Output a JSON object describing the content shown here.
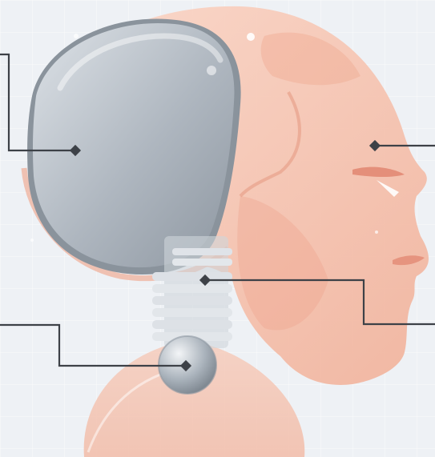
{
  "colors": {
    "background": "#eef1f5",
    "grid": "#ffffff",
    "skin": "#f3b9a3",
    "skin_shadow": "#e89c83",
    "skull_shell": "#a7b0ba",
    "skull_shell_light": "#d3d9df",
    "neck_ring": "#d8dde2",
    "joint_ball": "#b9c2cb",
    "callout_line": "#3d4147"
  },
  "illustration": {
    "subject": "robot-head-profile",
    "parts": [
      "brain-cover",
      "face",
      "neck-spring",
      "neck-joint",
      "base"
    ]
  },
  "callouts": [
    {
      "target": "brain-cover"
    },
    {
      "target": "face"
    },
    {
      "target": "neck-spring"
    },
    {
      "target": "neck-joint"
    }
  ]
}
